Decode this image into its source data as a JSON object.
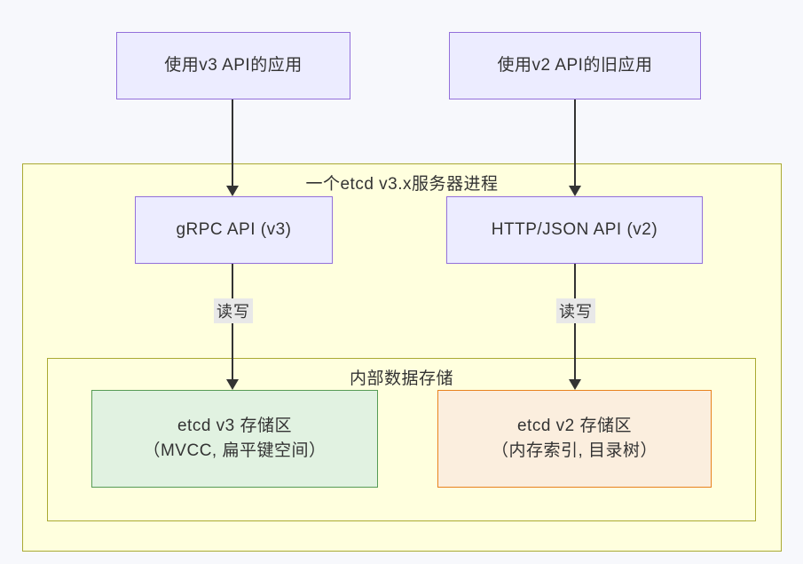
{
  "diagram": {
    "clusters": {
      "server_process": {
        "title": "一个etcd v3.x服务器进程"
      },
      "internal_storage": {
        "title": "内部数据存储"
      }
    },
    "nodes": {
      "app_v3": {
        "label": "使用v3 API的应用"
      },
      "app_v2": {
        "label": "使用v2 API的旧应用"
      },
      "grpc_api": {
        "label": "gRPC API (v3)"
      },
      "http_api": {
        "label": "HTTP/JSON API (v2)"
      },
      "store_v3": {
        "line1": "etcd v3 存储区",
        "line2": "（MVCC, 扁平键空间）"
      },
      "store_v2": {
        "line1": "etcd v2 存储区",
        "line2": "（内存索引, 目录树）"
      }
    },
    "edges": {
      "rw_left": {
        "label": "读写"
      },
      "rw_right": {
        "label": "读写"
      }
    },
    "colors": {
      "page_bg": "#f7f8fc",
      "cluster_fill": "#ffffde",
      "cluster_border": "#aaaa33",
      "node_fill": "#ececff",
      "node_border": "#9370db",
      "green_fill": "#e1f2e1",
      "green_border": "#569b56",
      "orange_fill": "#fbeede",
      "orange_border": "#e8821e",
      "edge_label_bg": "#e8e8e8",
      "text": "#333333",
      "arrow": "#333333"
    }
  }
}
